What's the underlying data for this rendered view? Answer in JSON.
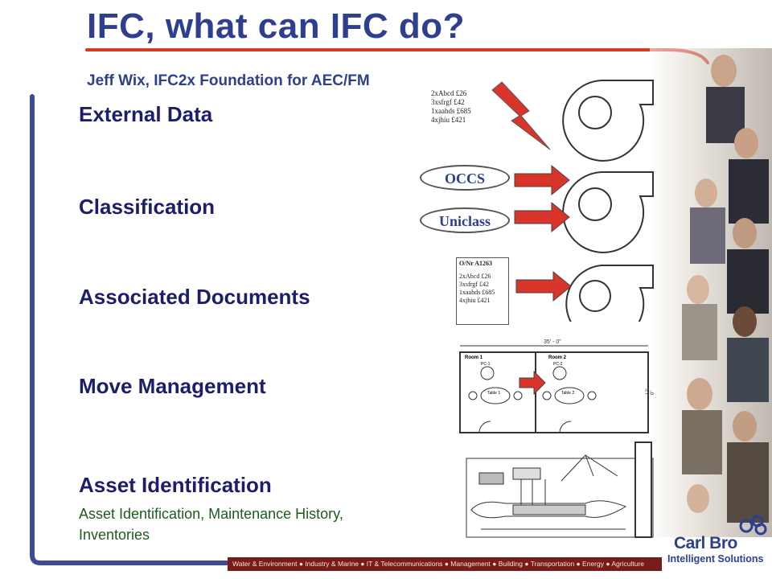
{
  "slide": {
    "title": "IFC, what can IFC do?",
    "subtitle": "Jeff Wix, IFC2x Foundation for AEC/FM"
  },
  "topics": [
    {
      "label": "External Data"
    },
    {
      "label": "Classification"
    },
    {
      "label": "Associated Documents"
    },
    {
      "label": "Move Management"
    },
    {
      "label": "Asset Identification"
    }
  ],
  "asset_detail": {
    "line1": "Asset Identification, Maintenance History,",
    "line2": "Inventories"
  },
  "external_table": {
    "rows": [
      "2xAbcd  £26",
      "3xsfrgf  £42",
      "1xaahds  £685",
      "4xjhiu   £421"
    ]
  },
  "classification": {
    "codes": [
      "OCCS",
      "Uniclass"
    ]
  },
  "document_card": {
    "header": "O/Nr A1263",
    "rows": [
      "2xAbcd  £26",
      "3xsfrgf  £42",
      "1xaahds  £685",
      "4xjhiu   £421"
    ]
  },
  "floorplan": {
    "dimension": "35' - 0\"",
    "side_dimension": "12' - 0\"",
    "room1": "Room 1",
    "room2": "Room 2",
    "table1": "Table 1",
    "table2": "Table 2",
    "pc1": "PC-1",
    "pc2": "PC-2"
  },
  "footer": {
    "text": "Water & Environment ● Industry & Marine ● IT & Telecommunications ● Management ● Building ● Transportation ● Energy ● Agriculture"
  },
  "logo": {
    "name": "Carl Bro",
    "tagline": "Intelligent Solutions"
  },
  "colors": {
    "title": "#2e3f8f",
    "frame_blue": "#3b4a9a",
    "frame_red": "#d63a26",
    "arrow_red": "#d9352a",
    "footer_band": "#7a1b1b"
  }
}
